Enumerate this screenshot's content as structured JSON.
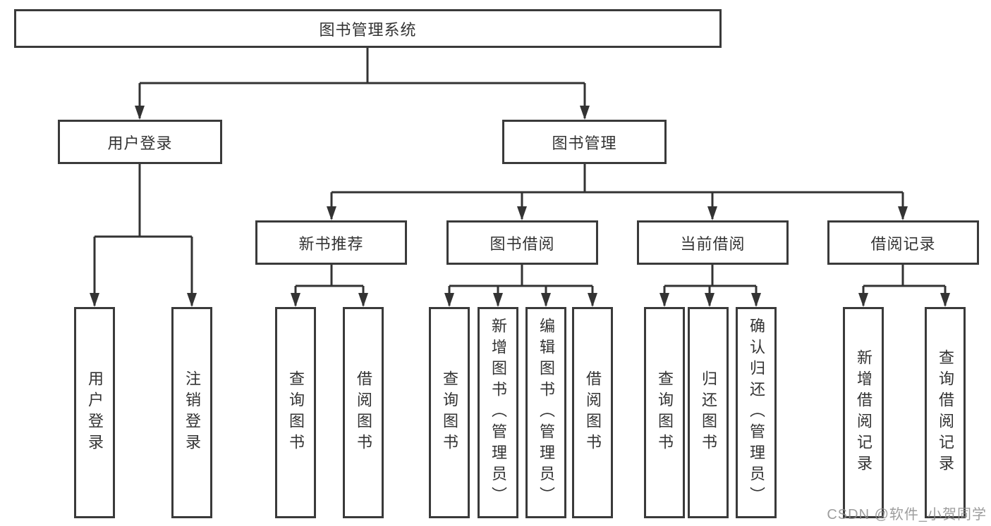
{
  "tree": {
    "root": "图书管理系统",
    "children": [
      {
        "label": "用户登录",
        "children": [
          "用户登录",
          "注销登录"
        ]
      },
      {
        "label": "图书管理",
        "children": [
          {
            "label": "新书推荐",
            "children": [
              "查询图书",
              "借阅图书"
            ]
          },
          {
            "label": "图书借阅",
            "children": [
              "查询图书",
              "新增图书（管理员）",
              "编辑图书（管理员）",
              "借阅图书"
            ]
          },
          {
            "label": "当前借阅",
            "children": [
              "查询图书",
              "归还图书",
              "确认归还（管理员）"
            ]
          },
          {
            "label": "借阅记录",
            "children": [
              "新增借阅记录",
              "查询借阅记录"
            ]
          }
        ]
      }
    ]
  },
  "watermark": "CSDN @软件_小贺同学",
  "colors": {
    "line": "#333333",
    "box_border": "#3a3a3a",
    "text": "#333333",
    "watermark": "#8c8c8c",
    "background": "#ffffff"
  }
}
